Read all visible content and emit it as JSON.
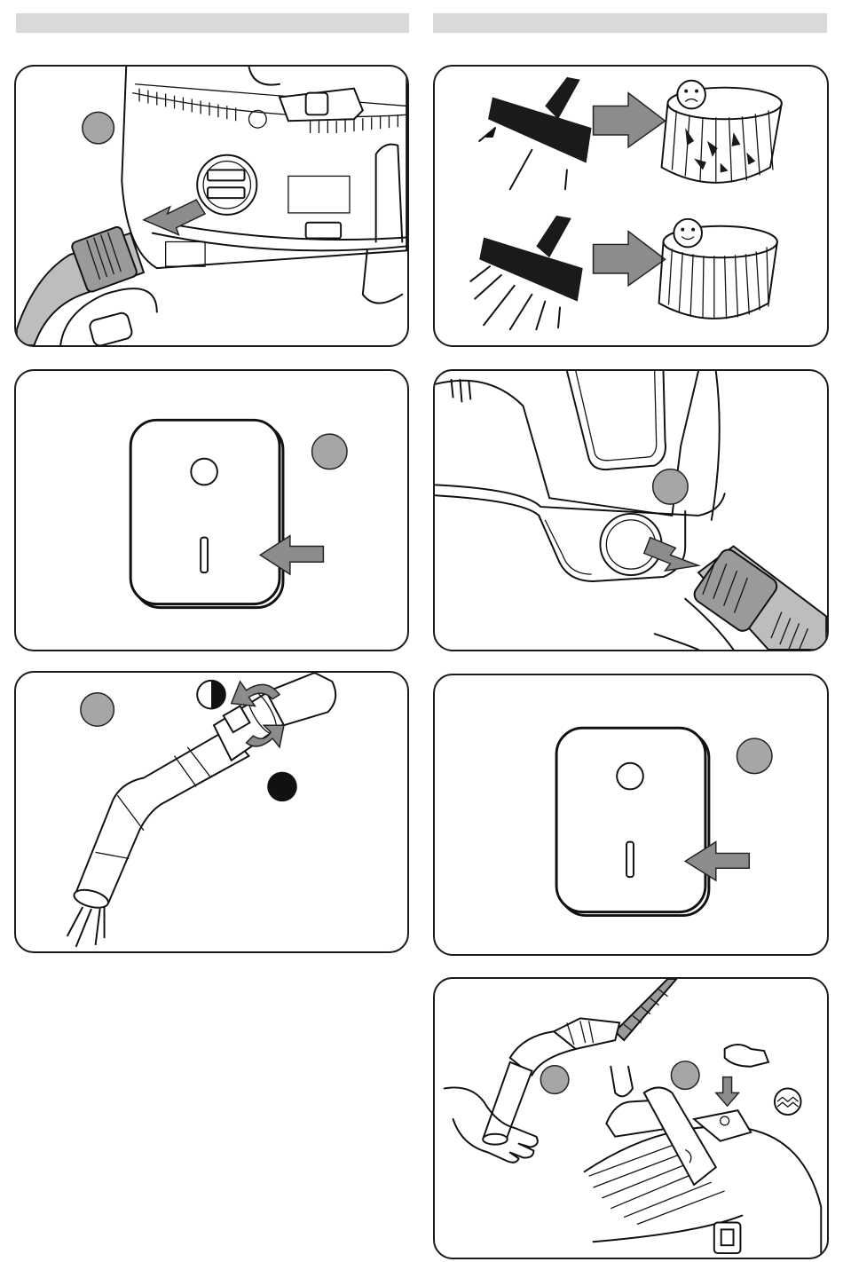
{
  "header_bars": {
    "left": "",
    "right": ""
  },
  "panels": [
    {
      "id": "hose-insert-front",
      "label": ""
    },
    {
      "id": "filter-comparison",
      "label": ""
    },
    {
      "id": "power-switch-on",
      "label": ""
    },
    {
      "id": "hose-insert-side",
      "label": ""
    },
    {
      "id": "handle-airflow-regulator",
      "label": ""
    },
    {
      "id": "power-switch-on-2",
      "label": ""
    },
    {
      "id": "tool-storage-cleaning",
      "label": ""
    }
  ],
  "icons": {
    "sad_face": "sad-face-icon",
    "happy_face": "happy-face-icon",
    "half_circle": "half-filled-circle-icon",
    "black_circle": "filled-circle-icon"
  },
  "colors": {
    "step_marker": "#a6a6a6",
    "arrow": "#8c8c8c",
    "outline": "#1a1a1a",
    "header_bar": "#d9d9d9"
  }
}
